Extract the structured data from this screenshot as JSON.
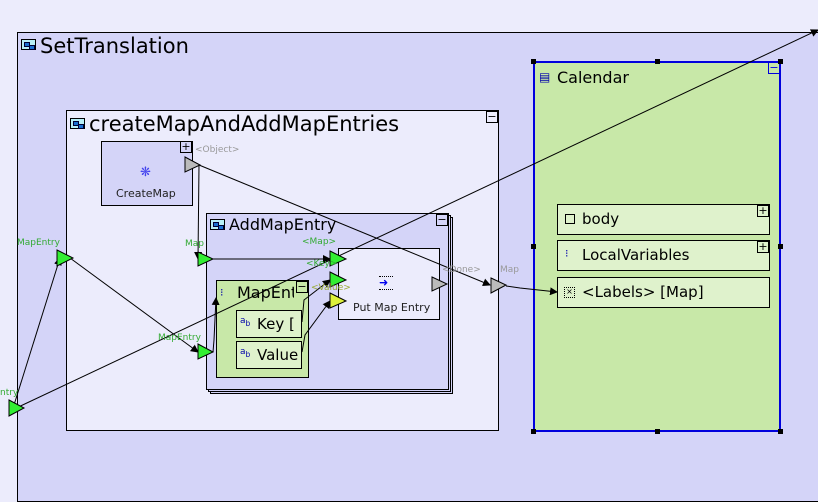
{
  "set_translation": {
    "title": "SetTranslation"
  },
  "create_map_group": {
    "title": "createMapAndAddMapEntries",
    "collapse": "−"
  },
  "create_map": {
    "label": "CreateMap",
    "expand": "+",
    "output_pin": "<Object>"
  },
  "add_map_entry": {
    "title": "AddMapEntry",
    "collapse": "−",
    "input_map": "Map",
    "input_map_entry": "MapEntry"
  },
  "map_entry": {
    "title": "MapEntry",
    "fields": [
      "Key [",
      "Value"
    ]
  },
  "put_map_entry": {
    "label": "Put Map Entry",
    "pins": [
      "<Map>",
      "<Key>",
      "<Value>"
    ],
    "output_pin": "<Done>"
  },
  "outer_pins": {
    "map_entry_left": "MapEntry",
    "map_entry_edge": "ntry",
    "map": "Map"
  },
  "calendar": {
    "title": "Calendar",
    "collapse": "−",
    "rows": [
      {
        "label": "body",
        "expand": "+"
      },
      {
        "label": "LocalVariables",
        "expand": "+"
      },
      {
        "label": "<Labels> [Map]"
      }
    ]
  },
  "colors": {
    "canvas": "#ececfc",
    "container": "#d4d4f8",
    "green_node": "#c8e8a8",
    "pin_green": "#33ee33",
    "pin_yellow": "#ddf03a",
    "pin_gray": "#bbbbbb",
    "selection": "#0000dd",
    "pin_label_green": "#33aa33",
    "pin_label_gray": "#999999"
  }
}
